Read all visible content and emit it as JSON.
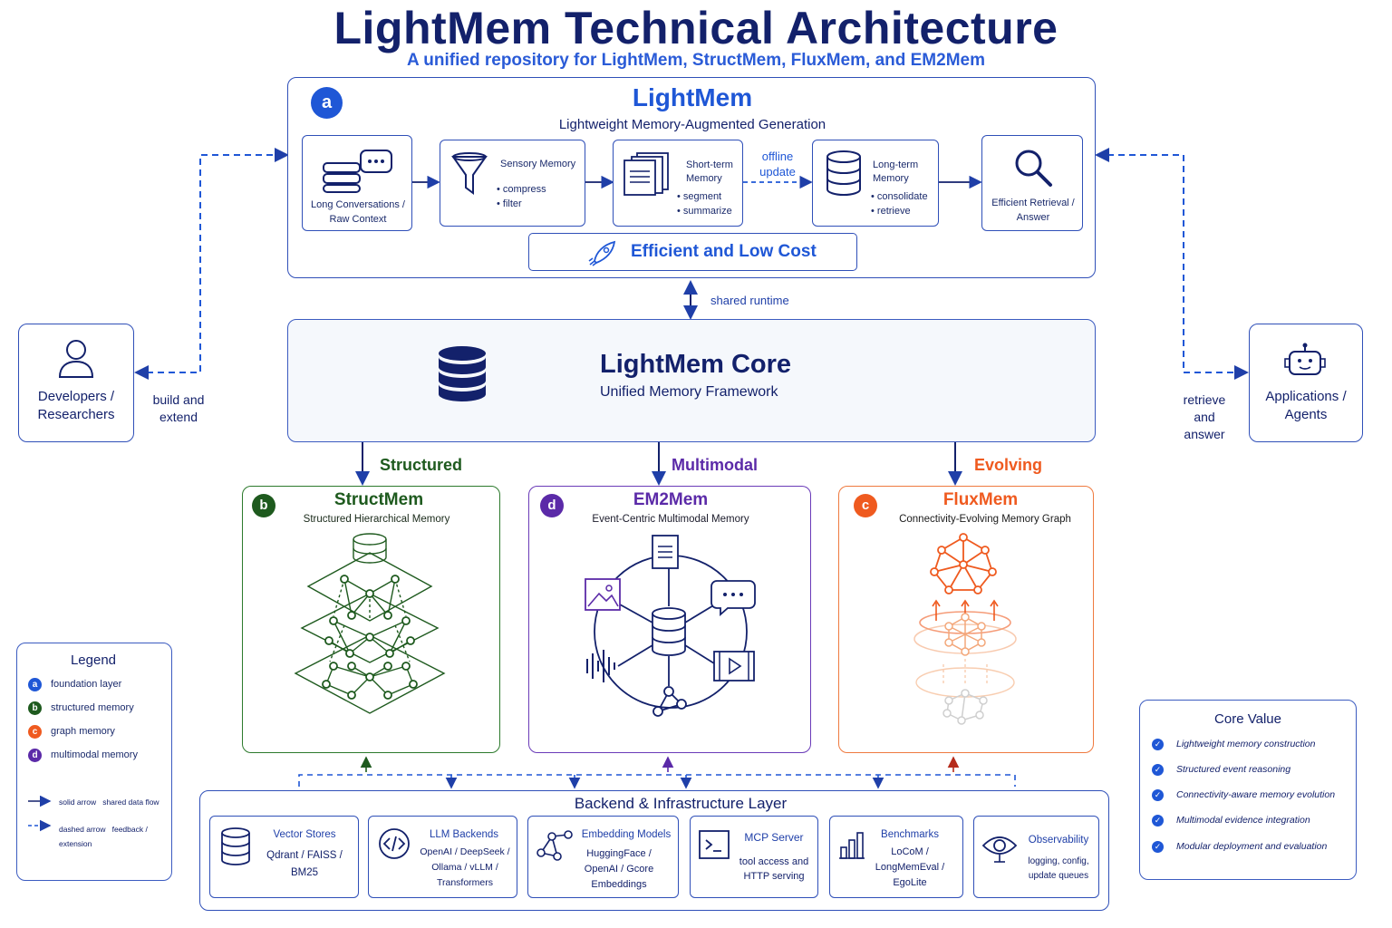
{
  "header": {
    "title": "LightMem Technical Architecture",
    "subtitle": "A unified repository for LightMem, StructMem, FluxMem, and EM2Mem"
  },
  "lightmem": {
    "badge": "a",
    "title": "LightMem",
    "subtitle": "Lightweight Memory-Augmented Generation",
    "stages": {
      "long_conv": "Long Conversations / Raw Context",
      "sensory": {
        "title": "Sensory Memory",
        "items": [
          "compress",
          "filter"
        ]
      },
      "short_term": {
        "title": "Short-term Memory",
        "items": [
          "segment",
          "summarize"
        ]
      },
      "offline_update": "offline update",
      "long_term": {
        "title": "Long-term Memory",
        "items": [
          "consolidate",
          "retrieve"
        ]
      },
      "retrieval": "Efficient Retrieval / Answer"
    },
    "banner": "Efficient and Low Cost"
  },
  "shared_runtime": "shared runtime",
  "core": {
    "title": "LightMem Core",
    "subtitle": "Unified Memory Framework"
  },
  "actors": {
    "developers": "Developers / Researchers",
    "developers_edge": "build and extend",
    "applications": "Applications / Agents",
    "applications_edge": "retrieve and answer"
  },
  "branches": {
    "structured": "Structured",
    "multimodal": "Multimodal",
    "evolving": "Evolving"
  },
  "modules": {
    "structmem": {
      "badge": "b",
      "title": "StructMem",
      "subtitle": "Structured Hierarchical Memory"
    },
    "em2mem": {
      "badge": "d",
      "title": "EM2Mem",
      "subtitle": "Event-Centric Multimodal Memory"
    },
    "fluxmem": {
      "badge": "c",
      "title": "FluxMem",
      "subtitle": "Connectivity-Evolving Memory Graph"
    }
  },
  "legend": {
    "title": "Legend",
    "items": [
      {
        "badge": "a",
        "label": "foundation layer",
        "color": "#1f57d6"
      },
      {
        "badge": "b",
        "label": "structured memory",
        "color": "#1e5a1e"
      },
      {
        "badge": "c",
        "label": "graph memory",
        "color": "#ef5a1f"
      },
      {
        "badge": "d",
        "label": "multimodal memory",
        "color": "#5b2aa8"
      }
    ],
    "solid_arrow": "solid arrow",
    "solid_desc": "shared data flow",
    "dashed_arrow": "dashed arrow",
    "dashed_desc": "feedback / extension"
  },
  "core_value": {
    "title": "Core Value",
    "items": [
      "Lightweight memory construction",
      "Structured event reasoning",
      "Connectivity-aware memory evolution",
      "Multimodal evidence integration",
      "Modular deployment and evaluation"
    ]
  },
  "backend": {
    "title": "Backend & Infrastructure Layer",
    "cards": [
      {
        "title": "Vector Stores",
        "body": "Qdrant / FAISS / BM25",
        "icon": "database-icon"
      },
      {
        "title": "LLM Backends",
        "body": "OpenAI / DeepSeek / Ollama / vLLM / Transformers",
        "icon": "code-icon"
      },
      {
        "title": "Embedding Models",
        "body": "HuggingFace / OpenAI / Gcore Embeddings",
        "icon": "graph-icon"
      },
      {
        "title": "MCP Server",
        "body": "tool access and HTTP serving",
        "icon": "terminal-icon"
      },
      {
        "title": "Benchmarks",
        "body": "LoCoM / LongMemEval / EgoLite",
        "icon": "bar-chart-icon"
      },
      {
        "title": "Observability",
        "body": "logging, config, update queues",
        "icon": "eye-icon"
      }
    ]
  },
  "colors": {
    "navy": "#13216b",
    "blue": "#1f57d6",
    "green": "#1e5a1e",
    "purple": "#5b2aa8",
    "orange": "#ef5a1f"
  }
}
